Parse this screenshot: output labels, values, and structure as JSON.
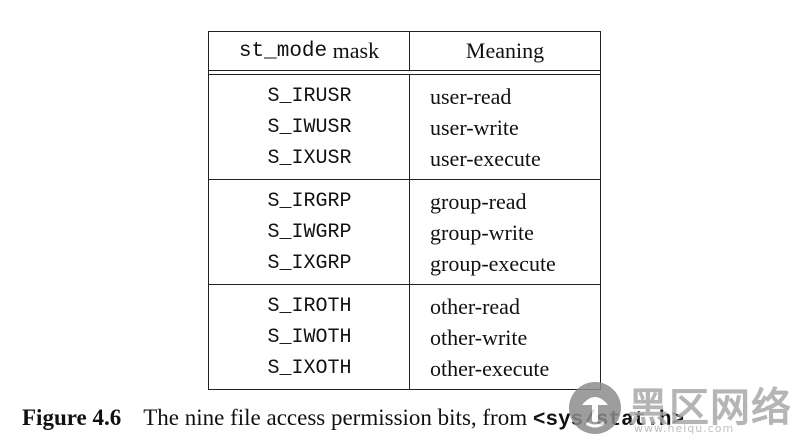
{
  "table": {
    "headers": {
      "mask_code": "st_mode",
      "mask_word": " mask",
      "meaning": "Meaning"
    },
    "groups": [
      {
        "rows": [
          {
            "mask": "S_IRUSR",
            "meaning": "user-read"
          },
          {
            "mask": "S_IWUSR",
            "meaning": "user-write"
          },
          {
            "mask": "S_IXUSR",
            "meaning": "user-execute"
          }
        ]
      },
      {
        "rows": [
          {
            "mask": "S_IRGRP",
            "meaning": "group-read"
          },
          {
            "mask": "S_IWGRP",
            "meaning": "group-write"
          },
          {
            "mask": "S_IXGRP",
            "meaning": "group-execute"
          }
        ]
      },
      {
        "rows": [
          {
            "mask": "S_IROTH",
            "meaning": "other-read"
          },
          {
            "mask": "S_IWOTH",
            "meaning": "other-write"
          },
          {
            "mask": "S_IXOTH",
            "meaning": "other-execute"
          }
        ]
      }
    ]
  },
  "caption": {
    "figure_number": "Figure 4.6",
    "text": "The nine file access permission bits, from ",
    "header_file": "<sys/stat.h>"
  },
  "watermark": {
    "text": "黑区网络",
    "subtext": "www.heiqu.com"
  }
}
